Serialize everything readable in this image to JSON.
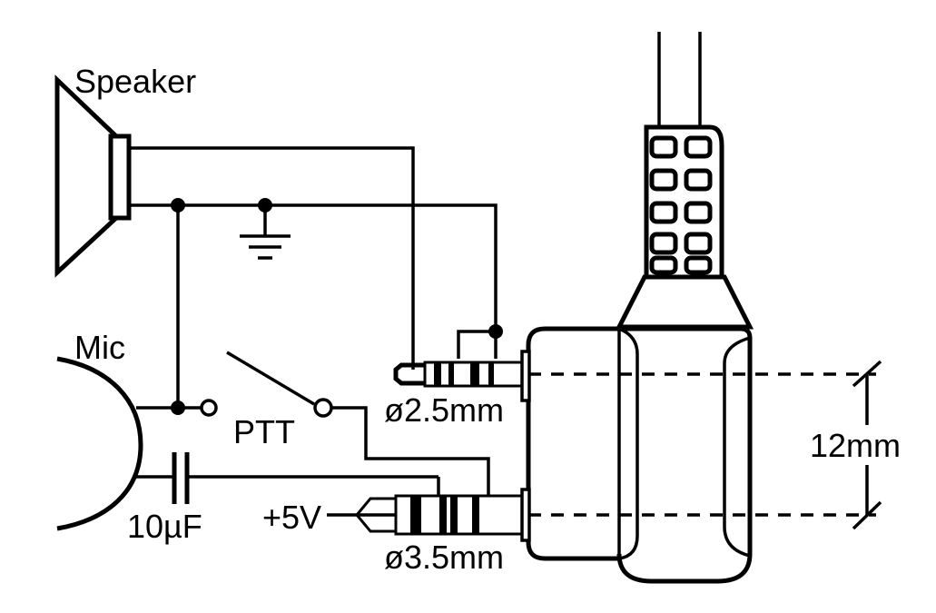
{
  "labels": {
    "speaker": "Speaker",
    "mic": "Mic",
    "ptt": "PTT",
    "capacitor": "10µF",
    "plus5v": "+5V",
    "jack_small": "ø2.5mm",
    "jack_large": "ø3.5mm",
    "spacing": "12mm"
  },
  "colors": {
    "ink": "#000000",
    "background": "#ffffff"
  }
}
